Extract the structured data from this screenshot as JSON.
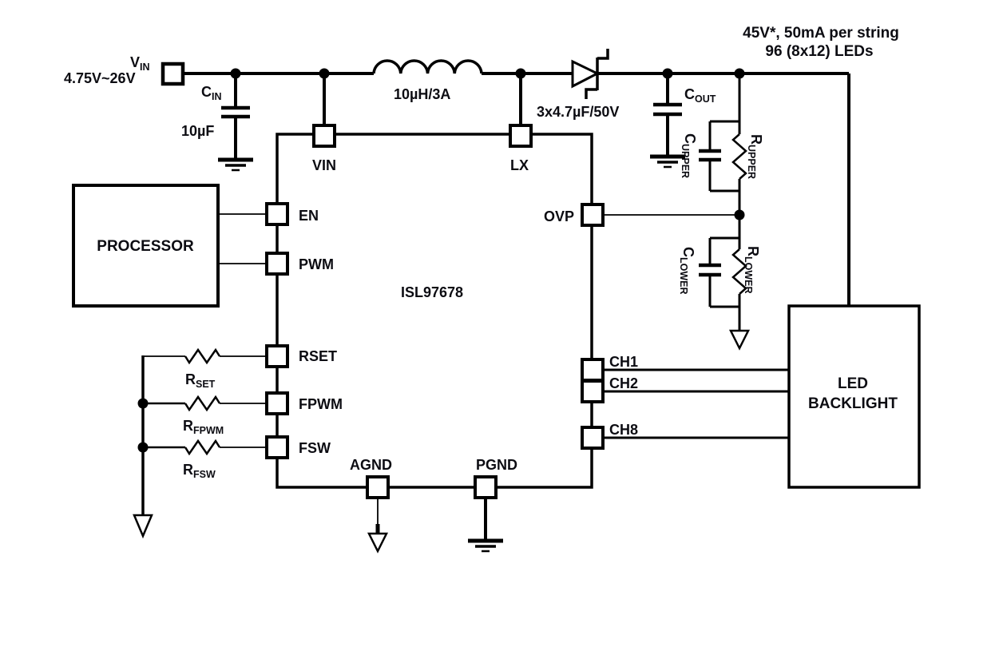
{
  "schematic": {
    "output_note": {
      "line1": "45V*, 50mA per string",
      "line2": "96 (8x12) LEDs"
    },
    "input": {
      "sym": "V",
      "sub": "IN",
      "range": "4.75V~26V"
    },
    "cin": {
      "sym": "C",
      "sub": "IN",
      "value": "10µF"
    },
    "inductor": {
      "value": "10µH/3A"
    },
    "output_caps": {
      "value": "3x4.7µF/50V"
    },
    "cout": {
      "sym": "C",
      "sub": "OUT"
    },
    "cupper": {
      "sym": "C",
      "sub": "UPPER"
    },
    "rupper": {
      "sym": "R",
      "sub": "UPPER"
    },
    "clower": {
      "sym": "C",
      "sub": "LOWER"
    },
    "rlower": {
      "sym": "R",
      "sub": "LOWER"
    },
    "rset": {
      "sym": "R",
      "sub": "SET"
    },
    "rfpwm": {
      "sym": "R",
      "sub": "FPWM"
    },
    "rfsw": {
      "sym": "R",
      "sub": "FSW"
    },
    "ic": {
      "name": "ISL97678"
    },
    "processor": {
      "label": "PROCESSOR"
    },
    "led": {
      "line1": "LED",
      "line2": "BACKLIGHT"
    },
    "pins": {
      "vin": "VIN",
      "lx": "LX",
      "en": "EN",
      "pwm": "PWM",
      "rset": "RSET",
      "fpwm": "FPWM",
      "fsw": "FSW",
      "agnd": "AGND",
      "pgnd": "PGND",
      "ovp": "OVP",
      "ch1": "CH1",
      "ch2": "CH2",
      "ch8": "CH8"
    }
  }
}
